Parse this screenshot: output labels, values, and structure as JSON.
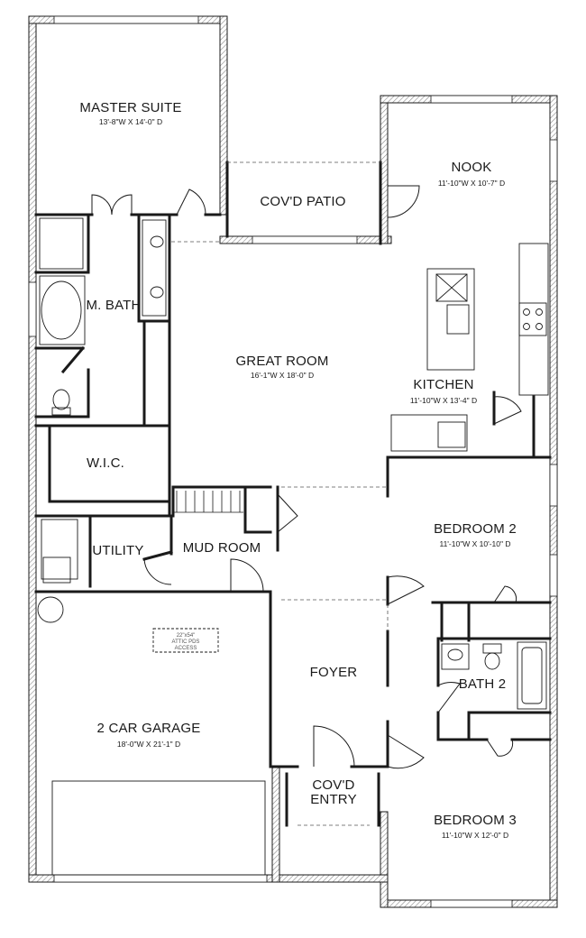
{
  "rooms": {
    "master_suite": {
      "name": "MASTER SUITE",
      "dims": "13'-8\"W X 14'-0\" D"
    },
    "covd_patio": {
      "name": "COV'D PATIO"
    },
    "nook": {
      "name": "NOOK",
      "dims": "11'-10\"W X 10'-7\" D"
    },
    "m_bath": {
      "name": "M. BATH"
    },
    "great_room": {
      "name": "GREAT ROOM",
      "dims": "16'-1\"W X 18'-0\" D"
    },
    "kitchen": {
      "name": "KITCHEN",
      "dims": "11'-10\"W X 13'-4\" D"
    },
    "wic": {
      "name": "W.I.C."
    },
    "bedroom_2": {
      "name": "BEDROOM 2",
      "dims": "11'-10\"W X 10'-10\" D"
    },
    "utility": {
      "name": "UTILITY"
    },
    "mud_room": {
      "name": "MUD ROOM"
    },
    "attic_access": {
      "line1": "22\"x54\"",
      "line2": "ATTIC PDS",
      "line3": "ACCESS"
    },
    "foyer": {
      "name": "FOYER"
    },
    "bath_2": {
      "name": "BATH 2"
    },
    "garage": {
      "name": "2 CAR GARAGE",
      "dims": "18'-0\"W X 21'-1\" D"
    },
    "covd_entry": {
      "line1": "COV'D",
      "line2": "ENTRY"
    },
    "bedroom_3": {
      "name": "BEDROOM 3",
      "dims": "11'-10\"W X 12'-0\" D"
    }
  },
  "colors": {
    "wall": "#1a1a1a",
    "hatch": "#9a9a9a",
    "background": "#ffffff"
  }
}
